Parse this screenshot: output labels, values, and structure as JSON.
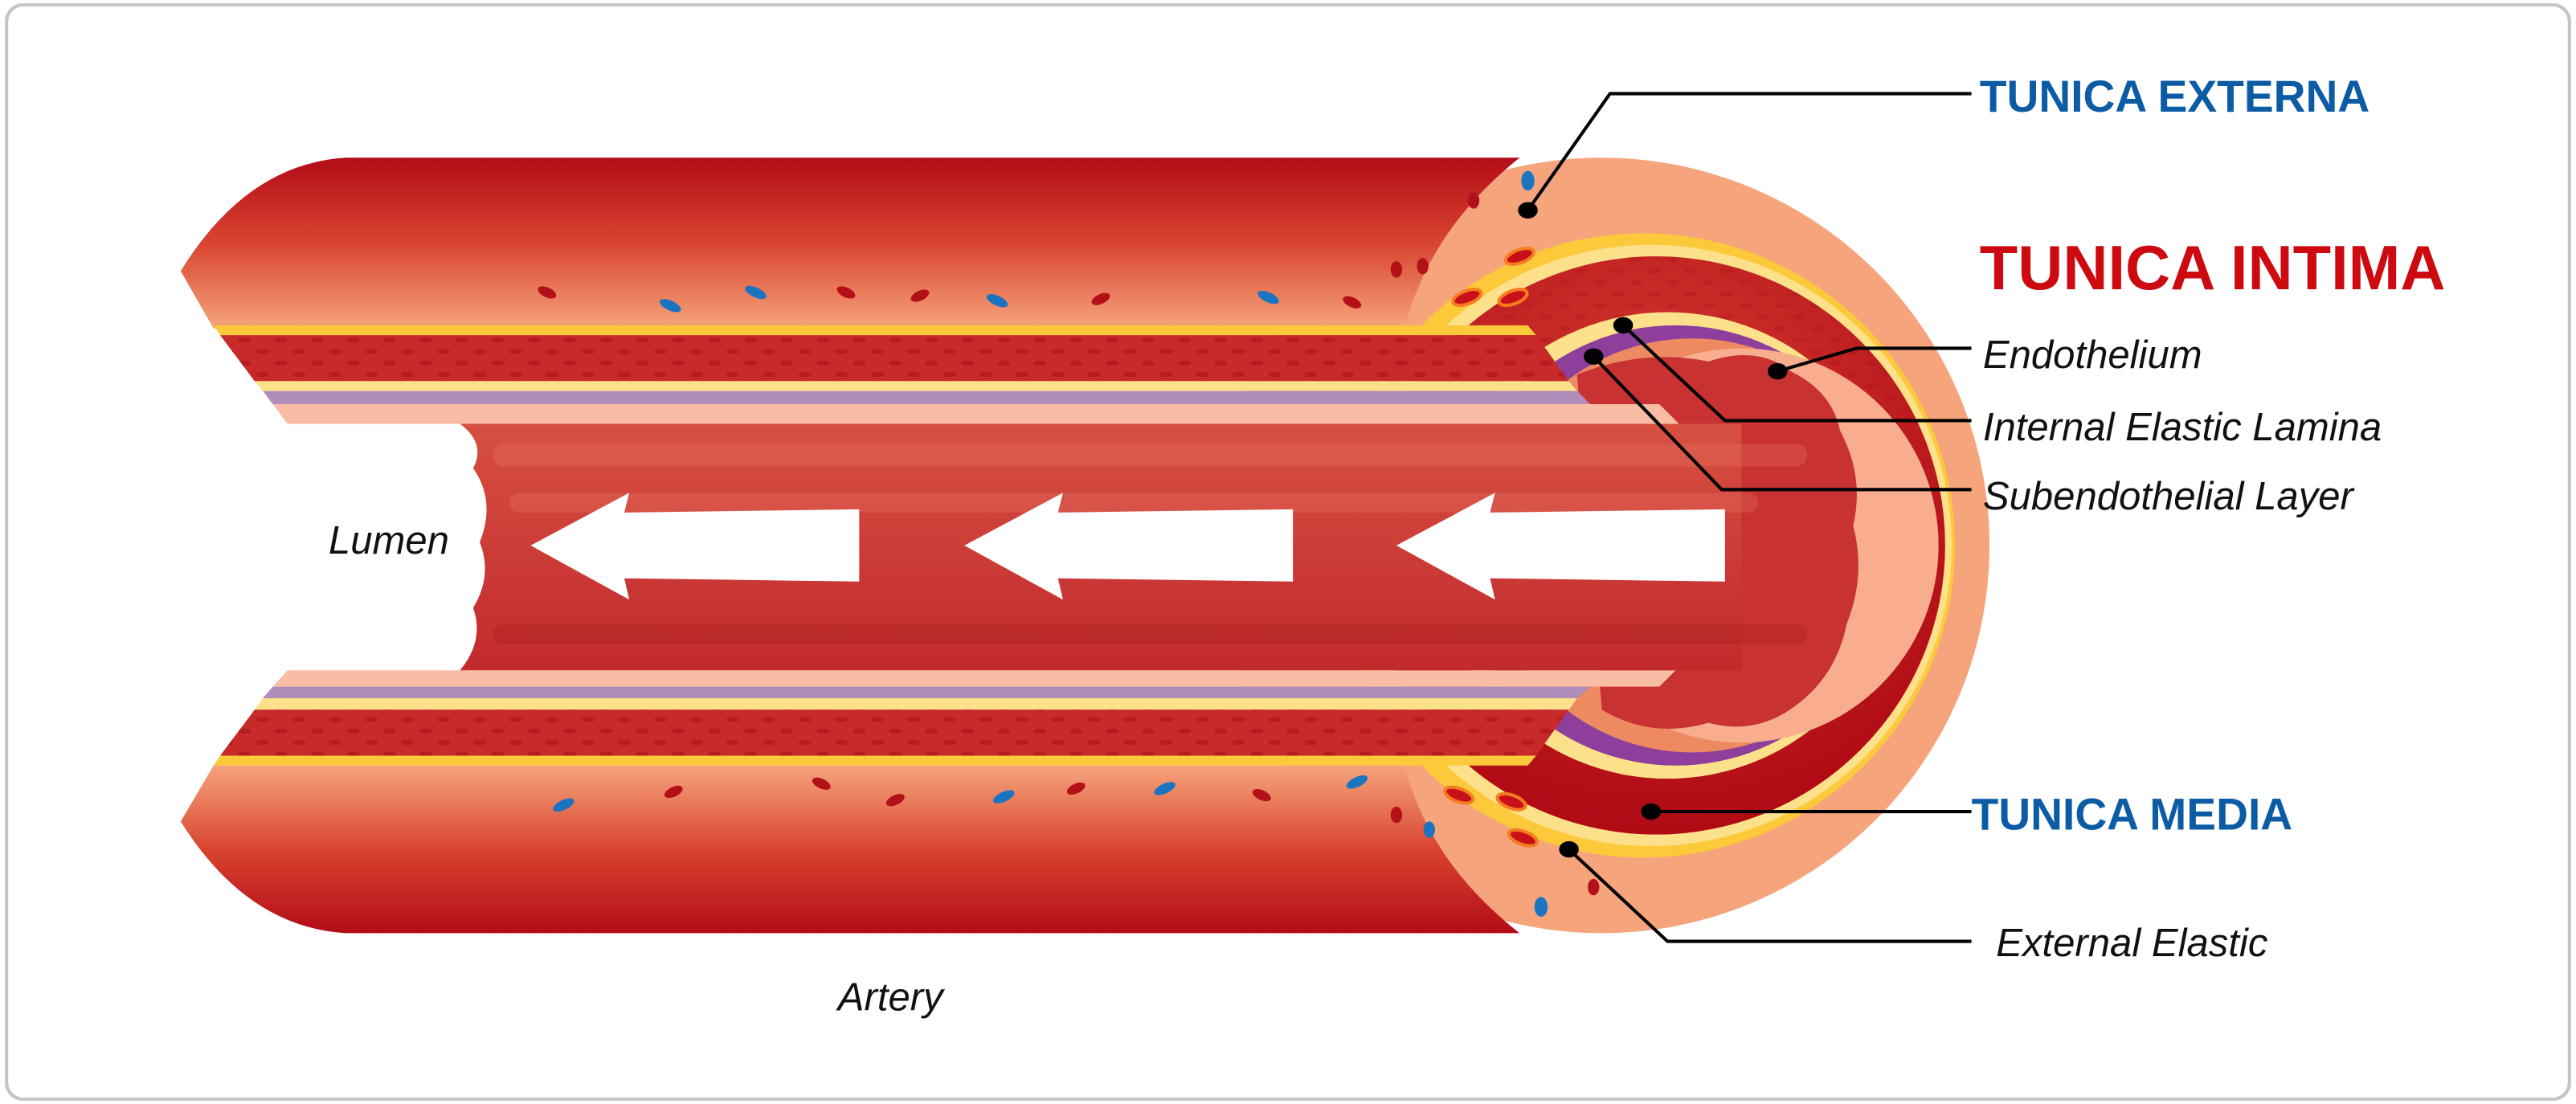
{
  "diagram": {
    "caption": "Artery",
    "lumen_label": "Lumen",
    "labels": {
      "tunica_externa": "TUNICA EXTERNA",
      "tunica_intima": "TUNICA INTIMA",
      "endothelium": "Endothelium",
      "internal_elastic_lamina": "Internal Elastic Lamina",
      "subendothelial_layer": "Subendothelial Layer",
      "tunica_media": "TUNICA MEDIA",
      "external_elastic": "External Elastic"
    },
    "colors": {
      "heading_blue": "#0c5ca5",
      "heading_red": "#cc0a0f",
      "externa": "#f4a07a",
      "media": "#c0202a",
      "elastic_yellow": "#fbc93a",
      "lamina_purple": "#8e3f9c"
    }
  }
}
